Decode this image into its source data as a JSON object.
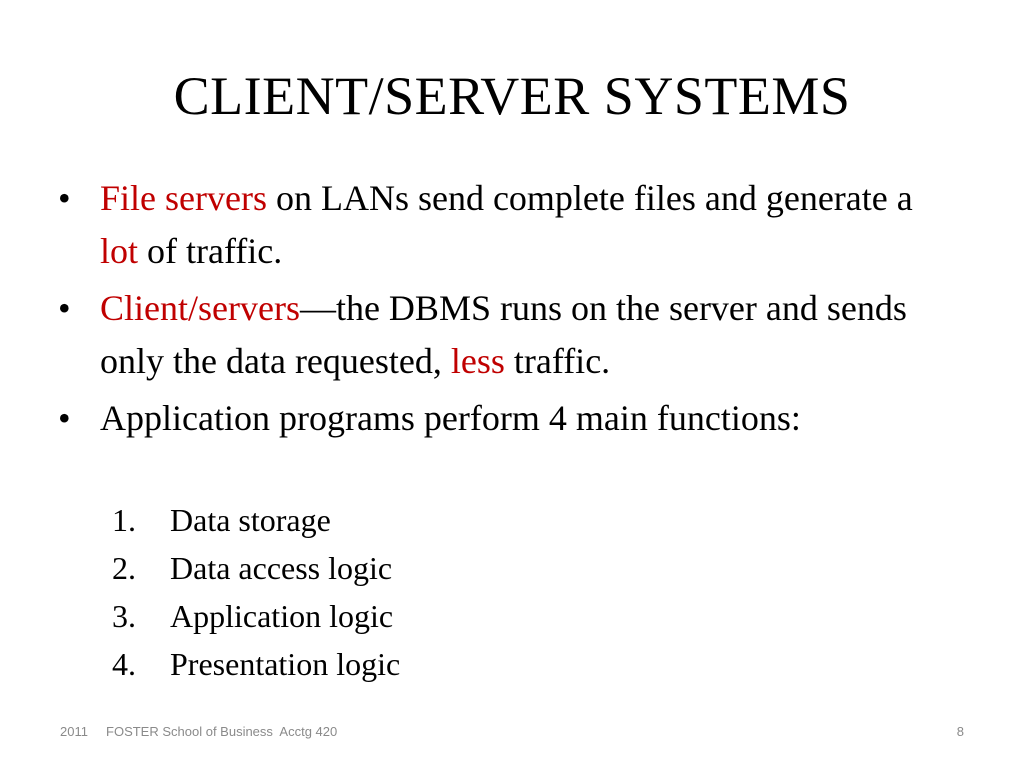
{
  "slide": {
    "title": "CLIENT/SERVER SYSTEMS",
    "bullet_glyph": "•",
    "bullets": [
      {
        "parts": [
          {
            "text": "File servers",
            "red": true
          },
          {
            "text": " on LANs send complete files and generate a ",
            "red": false
          },
          {
            "text": "lot",
            "red": true
          },
          {
            "text": " of traffic.",
            "red": false
          }
        ]
      },
      {
        "parts": [
          {
            "text": "Client/servers",
            "red": true
          },
          {
            "text": "—the DBMS runs on the server and sends only the data requested, ",
            "red": false
          },
          {
            "text": "less",
            "red": true
          },
          {
            "text": " traffic.",
            "red": false
          }
        ]
      },
      {
        "parts": [
          {
            "text": "Application programs perform 4 main functions:",
            "red": false
          }
        ]
      }
    ],
    "functions": [
      {
        "num": "1.",
        "text": "Data storage"
      },
      {
        "num": "2.",
        "text": "Data access logic"
      },
      {
        "num": "3.",
        "text": "Application logic"
      },
      {
        "num": "4.",
        "text": "Presentation logic"
      }
    ],
    "footer": {
      "left": "2011     FOSTER School of Business  Acctg 420",
      "page_number": "8"
    }
  },
  "colors": {
    "accent_red": "#c00000",
    "footer_gray": "#8a8a8a"
  }
}
